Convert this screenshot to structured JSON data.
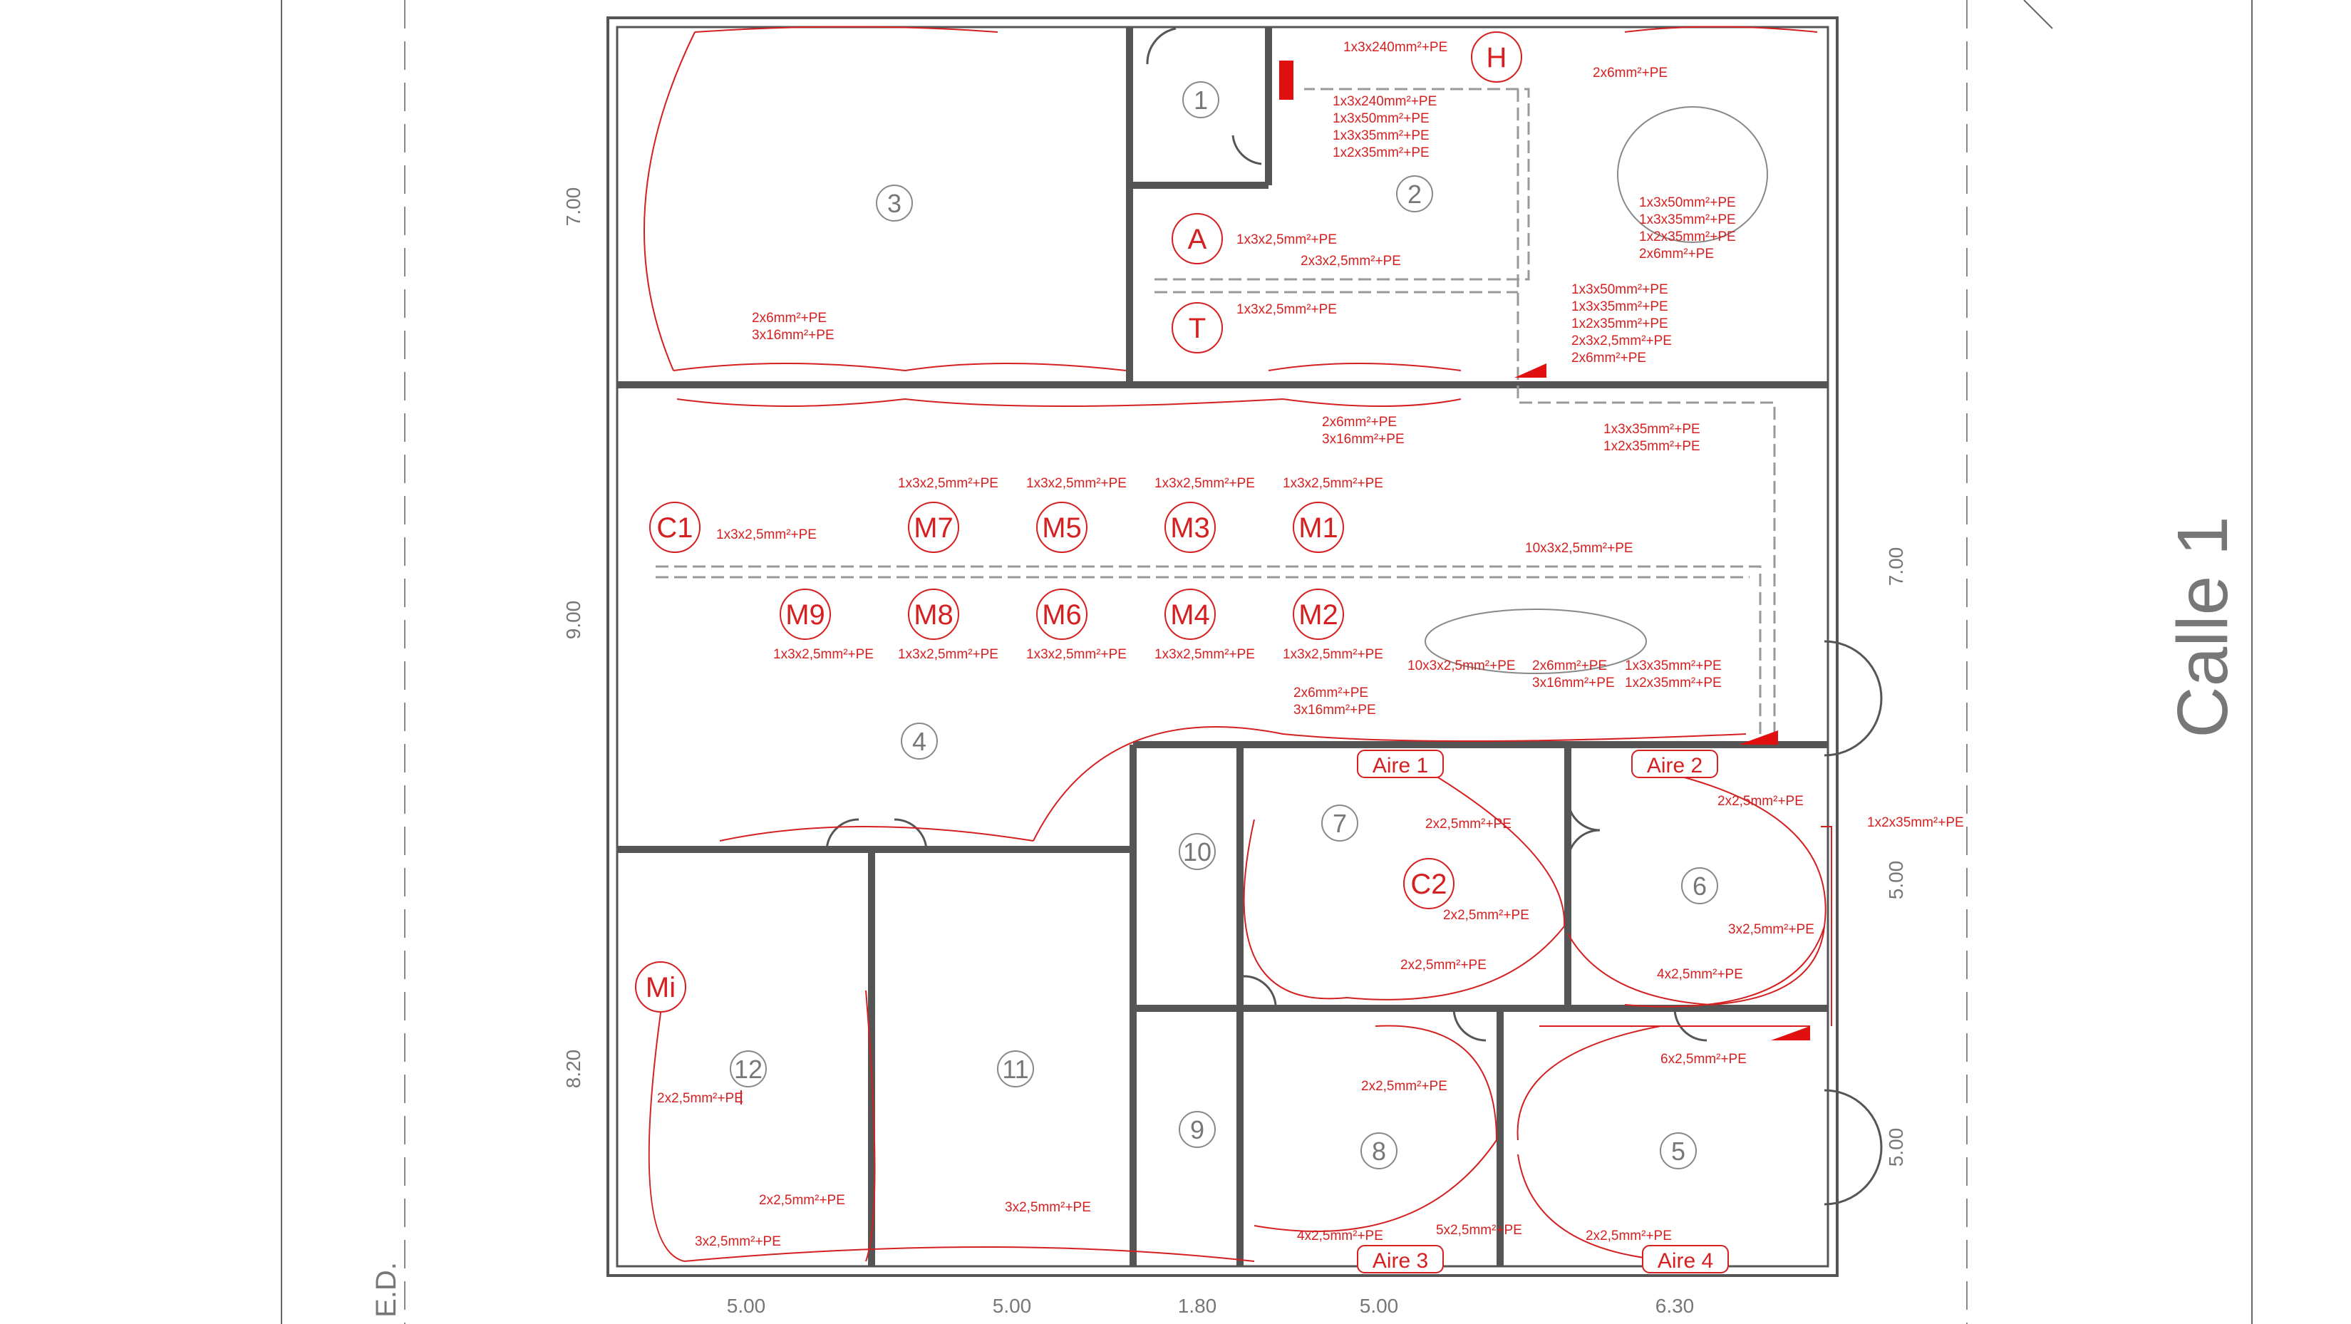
{
  "colors": {
    "wall": "#555555",
    "circuit": "#d42020",
    "grey_text": "#777777",
    "background": "#ffffff"
  },
  "street_label": "Calle 1",
  "border_label": "E.D.",
  "rooms": [
    "1",
    "2",
    "3",
    "4",
    "5",
    "6",
    "7",
    "8",
    "9",
    "10",
    "11",
    "12"
  ],
  "dimensions": {
    "bottom": [
      "5.00",
      "5.00",
      "1.80",
      "5.00",
      "6.30"
    ],
    "left": [
      "7.00",
      "9.00",
      "8.20"
    ],
    "right": [
      "7.00",
      "5.00",
      "5.00"
    ]
  },
  "boards": [
    "H",
    "A",
    "T",
    "C1",
    "M1",
    "M2",
    "M3",
    "M4",
    "M5",
    "M6",
    "M7",
    "M8",
    "M9",
    "Mi",
    "C2",
    "Aire 1",
    "Aire 2",
    "Aire 3",
    "Aire 4"
  ],
  "cable_labels": {
    "h_top": "1x3x240mm²+PE",
    "h_stack": [
      "1x3x240mm²+PE",
      "1x3x50mm²+PE",
      "1x3x35mm²+PE",
      "1x2x35mm²+PE"
    ],
    "top_right": "2x6mm²+PE",
    "bubble1": [
      "1x3x50mm²+PE",
      "1x3x35mm²+PE",
      "1x2x35mm²+PE",
      "2x6mm²+PE"
    ],
    "a": "1x3x2,5mm²+PE",
    "a2": "2x3x2,5mm²+PE",
    "t": "1x3x2,5mm²+PE",
    "mid_stack": [
      "1x3x50mm²+PE",
      "1x3x35mm²+PE",
      "1x2x35mm²+PE",
      "2x3x2,5mm²+PE",
      "2x6mm²+PE"
    ],
    "room3": [
      "2x6mm²+PE",
      "3x16mm²+PE"
    ],
    "corridor": [
      "2x6mm²+PE",
      "3x16mm²+PE"
    ],
    "corridor_right": [
      "1x3x35mm²+PE",
      "1x2x35mm²+PE"
    ],
    "c1": "1x3x2,5mm²+PE",
    "m_top": [
      "1x3x2,5mm²+PE",
      "1x3x2,5mm²+PE",
      "1x3x2,5mm²+PE",
      "1x3x2,5mm²+PE"
    ],
    "m_bottom": [
      "1x3x2,5mm²+PE",
      "1x3x2,5mm²+PE",
      "1x3x2,5mm²+PE",
      "1x3x2,5mm²+PE",
      "1x3x2,5mm²+PE"
    ],
    "ten": "10x3x2,5mm²+PE",
    "bubble2_a": "10x3x2,5mm²+PE",
    "bubble2_b": [
      "2x6mm²+PE",
      "3x16mm²+PE"
    ],
    "bubble2_c": [
      "1x3x35mm²+PE",
      "1x2x35mm²+PE"
    ],
    "lower": [
      "2x6mm²+PE",
      "3x16mm²+PE"
    ],
    "right_vert": "1x2x35mm²+PE",
    "r7a": "2x2,5mm²+PE",
    "r7b": "2x2,5mm²+PE",
    "r7c": "2x2,5mm²+PE",
    "r6a": "2x2,5mm²+PE",
    "r6b": "3x2,5mm²+PE",
    "r6c": "4x2,5mm²+PE",
    "r5top": "6x2,5mm²+PE",
    "r8": "2x2,5mm²+PE",
    "r8b": "4x2,5mm²+PE",
    "r8c": "5x2,5mm²+PE",
    "r5": "2x2,5mm²+PE",
    "r12a": "2x2,5mm²+PE",
    "r12b": "2x2,5mm²+PE",
    "r12c": "3x2,5mm²+PE",
    "r11": "3x2,5mm²+PE"
  }
}
